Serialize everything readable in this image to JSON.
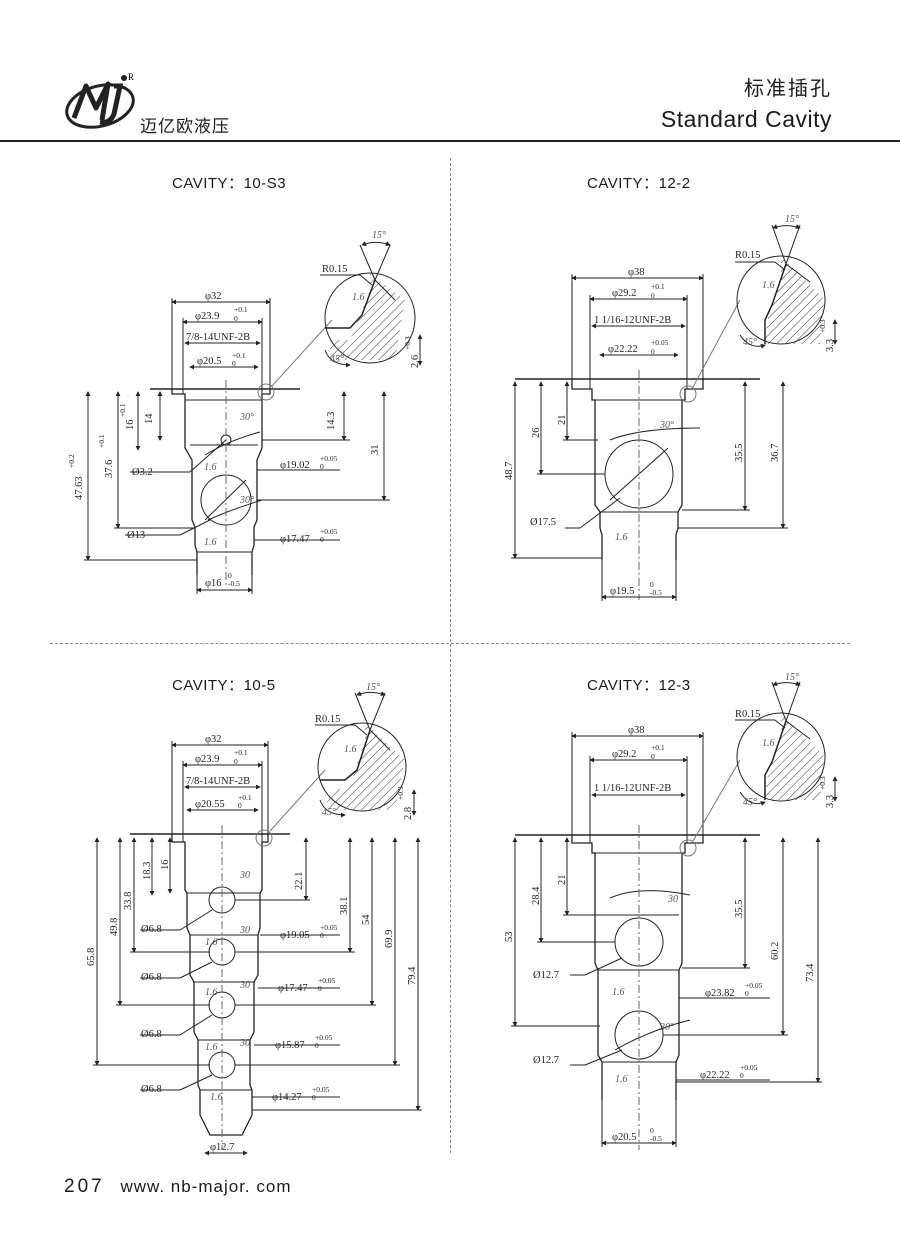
{
  "header": {
    "company": "迈亿欧液压",
    "title_cn": "标准插孔",
    "title_en": "Standard Cavity",
    "logo_mark": "R"
  },
  "footer": {
    "page": "207",
    "website": "www. nb-major. com"
  },
  "cavities": [
    {
      "title": "CAVITY：10-S3",
      "dims": {
        "d1": "φ32",
        "d2": "φ23.9",
        "d2_tol": "+0.1",
        "d2_tol2": "0",
        "thread": "7/8-14UNF-2B",
        "d3": "φ20.5",
        "d3_tol": "+0.1",
        "d3_tol2": "0",
        "r": "R0.15",
        "a15": "15°",
        "a45": "45°",
        "a30": "30°",
        "ra": "1.6",
        "v1": "14.3",
        "v2": "31",
        "v3": "14",
        "v4": "16",
        "v4_tol": "+0.1",
        "v4_tol2": "0",
        "v5": "37.6",
        "v5_tol": "+0.1",
        "v5_tol2": "0",
        "v6": "47.63",
        "v6_tol": "+0.2",
        "v6_tol2": "0",
        "dd": "2.6",
        "dd_tol": "+0.3",
        "dd_tol2": "0",
        "o1": "Ø3.2",
        "o2": "Ø13",
        "d4": "φ19.02",
        "d4_tol": "+0.05",
        "d4_tol2": "0",
        "d5": "φ17.47",
        "d5_tol": "+0.05",
        "d5_tol2": "0",
        "d6": "φ16",
        "d6_tol": "0",
        "d6_tol2": "-0.5"
      }
    },
    {
      "title": "CAVITY：12-2",
      "dims": {
        "d1": "φ38",
        "d2": "φ29.2",
        "d2_tol": "+0.1",
        "d2_tol2": "0",
        "thread": "1 1/16-12UNF-2B",
        "d3": "φ22.22",
        "d3_tol": "+0.05",
        "d3_tol2": "0",
        "r": "R0.15",
        "a15": "15°",
        "a45": "45°",
        "a30": "30°",
        "ra": "1.6",
        "v1": "26",
        "v2": "21",
        "v3": "35.5",
        "v4": "36.7",
        "v5": "48.7",
        "dd": "3.3",
        "dd_tol": "+0.3",
        "dd_tol2": "0",
        "o1": "Ø17.5",
        "d6": "φ19.5",
        "d6_tol": "0",
        "d6_tol2": "-0.5"
      }
    },
    {
      "title": "CAVITY：10-5",
      "dims": {
        "d1": "φ32",
        "d2": "φ23.9",
        "d2_tol": "+0.1",
        "d2_tol2": "0",
        "thread": "7/8-14UNF-2B",
        "d3": "φ20.55",
        "d3_tol": "+0.1",
        "d3_tol2": "0",
        "r": "R0.15",
        "a15": "15°",
        "a45": "45°",
        "a30": "30",
        "ra": "1.6",
        "dd": "2.8",
        "dd_tol": "+0.3",
        "dd_tol2": "0",
        "v1": "18.3",
        "v2": "16",
        "v3": "22.1",
        "v4": "33.8",
        "v5": "49.8",
        "v6": "65.8",
        "v7": "38.1",
        "v8": "54",
        "v9": "69.9",
        "v10": "79.4",
        "o1": "Ø6.8",
        "d4": "φ19.05",
        "d4_tol": "+0.05",
        "d4_tol2": "0",
        "d5": "φ17.47",
        "d5_tol": "+0.05",
        "d5_tol2": "0",
        "d7": "φ15.87",
        "d7_tol": "+0.05",
        "d7_tol2": "0",
        "d8": "φ14.27",
        "d8_tol": "+0.05",
        "d8_tol2": "0",
        "d9": "φ12.7"
      }
    },
    {
      "title": "CAVITY：12-3",
      "dims": {
        "d1": "φ38",
        "d2": "φ29.2",
        "d2_tol": "+0.1",
        "d2_tol2": "0",
        "thread": "1 1/16-12UNF-2B",
        "r": "R0.15",
        "a15": "15°",
        "a45": "45°",
        "a30": "30",
        "a30b": "30°",
        "ra": "1.6",
        "dd": "3.3",
        "dd_tol": "+0.3",
        "dd_tol2": "0",
        "v1": "28.4",
        "v2": "21",
        "v3": "53",
        "v4": "35.5",
        "v5": "60.2",
        "v6": "73.4",
        "o1": "Ø12.7",
        "d4": "φ23.82",
        "d4_tol": "+0.05",
        "d4_tol2": "0",
        "d5": "φ22.22",
        "d5_tol": "+0.05",
        "d5_tol2": "0",
        "d6": "φ20.5",
        "d6_tol": "0",
        "d6_tol2": "-0.5"
      }
    }
  ]
}
